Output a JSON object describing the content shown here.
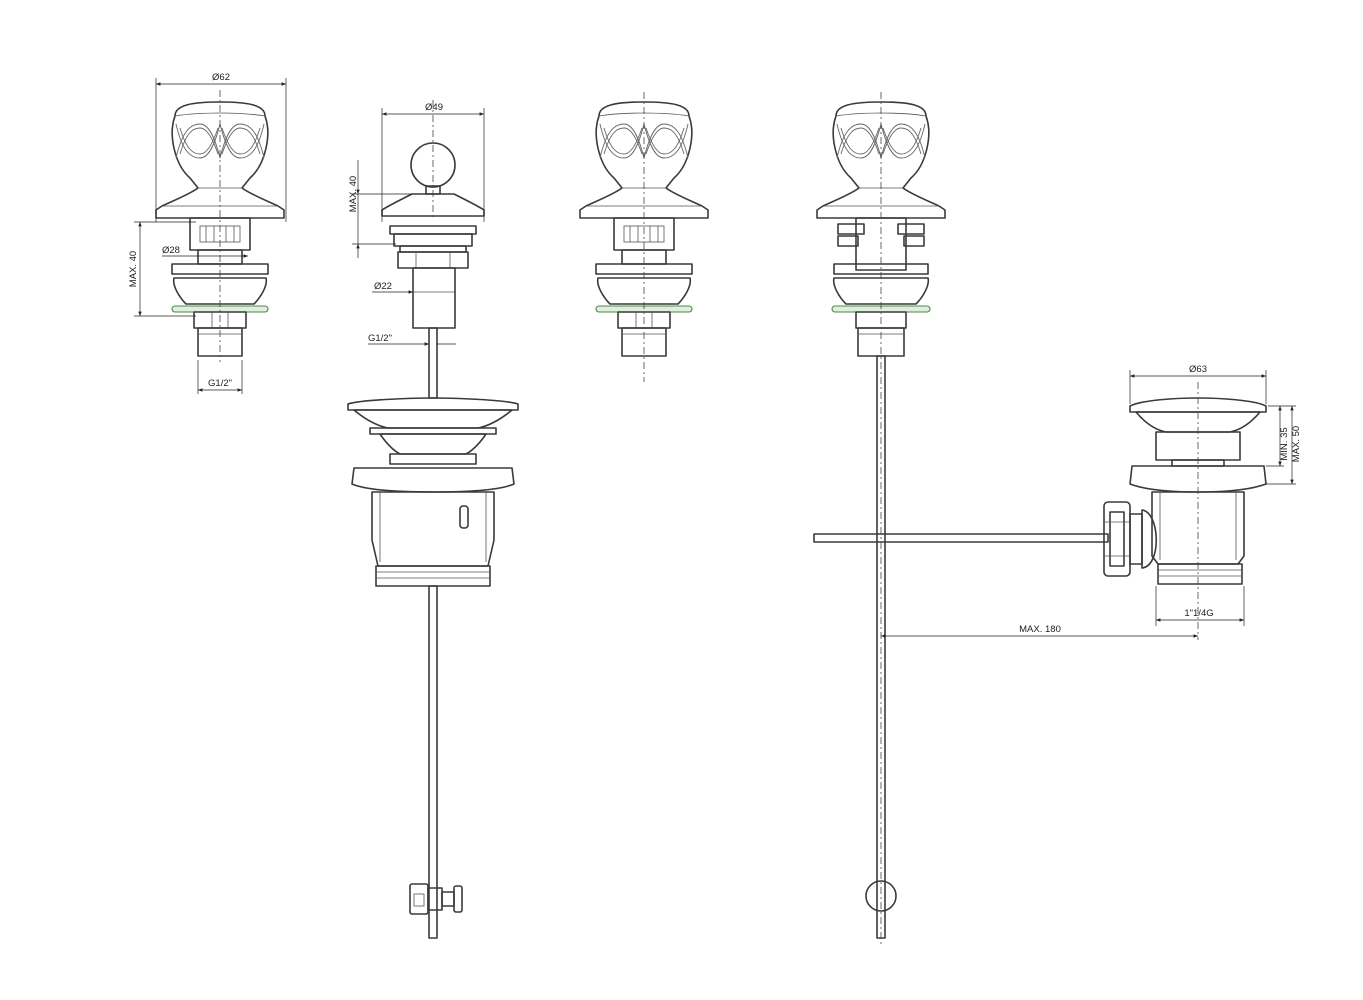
{
  "dimensions": {
    "d62": "Ø62",
    "d28": "Ø28",
    "max40_left": "MAX. 40",
    "g12_left": "G1/2\"",
    "d49": "Ø49",
    "max40_mid": "MAX. 40",
    "d22": "Ø22",
    "g12_mid": "G1/2\"",
    "d63": "Ø63",
    "min35": "MIN. 35",
    "max50": "MAX. 50",
    "thread": "1\"1/4G",
    "max180": "MAX. 180"
  },
  "colors": {
    "line": "#3a3a3a",
    "washer": "#4e8a4a",
    "washer_fill": "#dfeedd"
  }
}
